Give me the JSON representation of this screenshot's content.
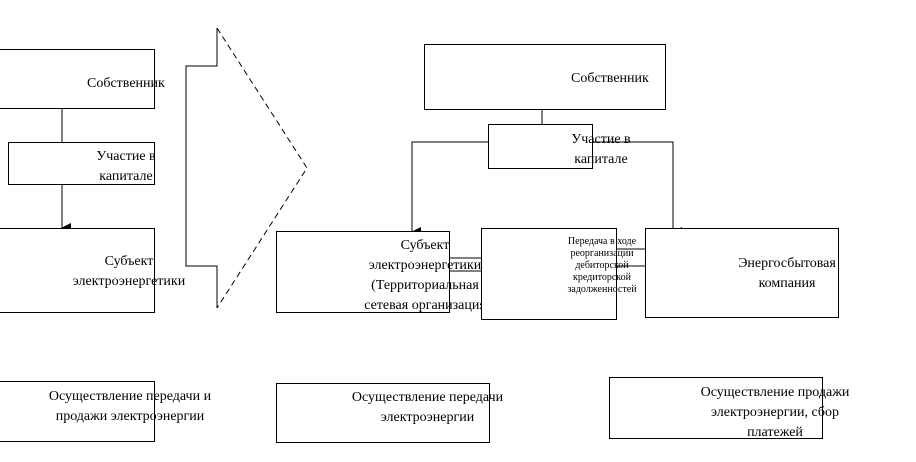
{
  "left": {
    "owner": "Собственник",
    "participation": "Участие в\nкапитале",
    "subject": "Субъект\nэлектроэнергетики",
    "activity": "Осуществление передачи и\nпродажи электроэнергии"
  },
  "right": {
    "owner": "Собственник",
    "participation": "Участие в\nкапитале",
    "subject": "Субъект\nэлектроэнергетики\n(Территориальная\nсетевая организация",
    "transfer": "Передача в ходе\nреорганизации\nдебиторской\nкредиторской\nзадолженностей",
    "sales_company": "Энергосбытовая\nкомпания",
    "activity_transfer": "Осуществление передачи\nэлектроэнергии",
    "activity_sales": "Осуществление продажи\nэлектроэнергии, сбор\nплатежей"
  }
}
